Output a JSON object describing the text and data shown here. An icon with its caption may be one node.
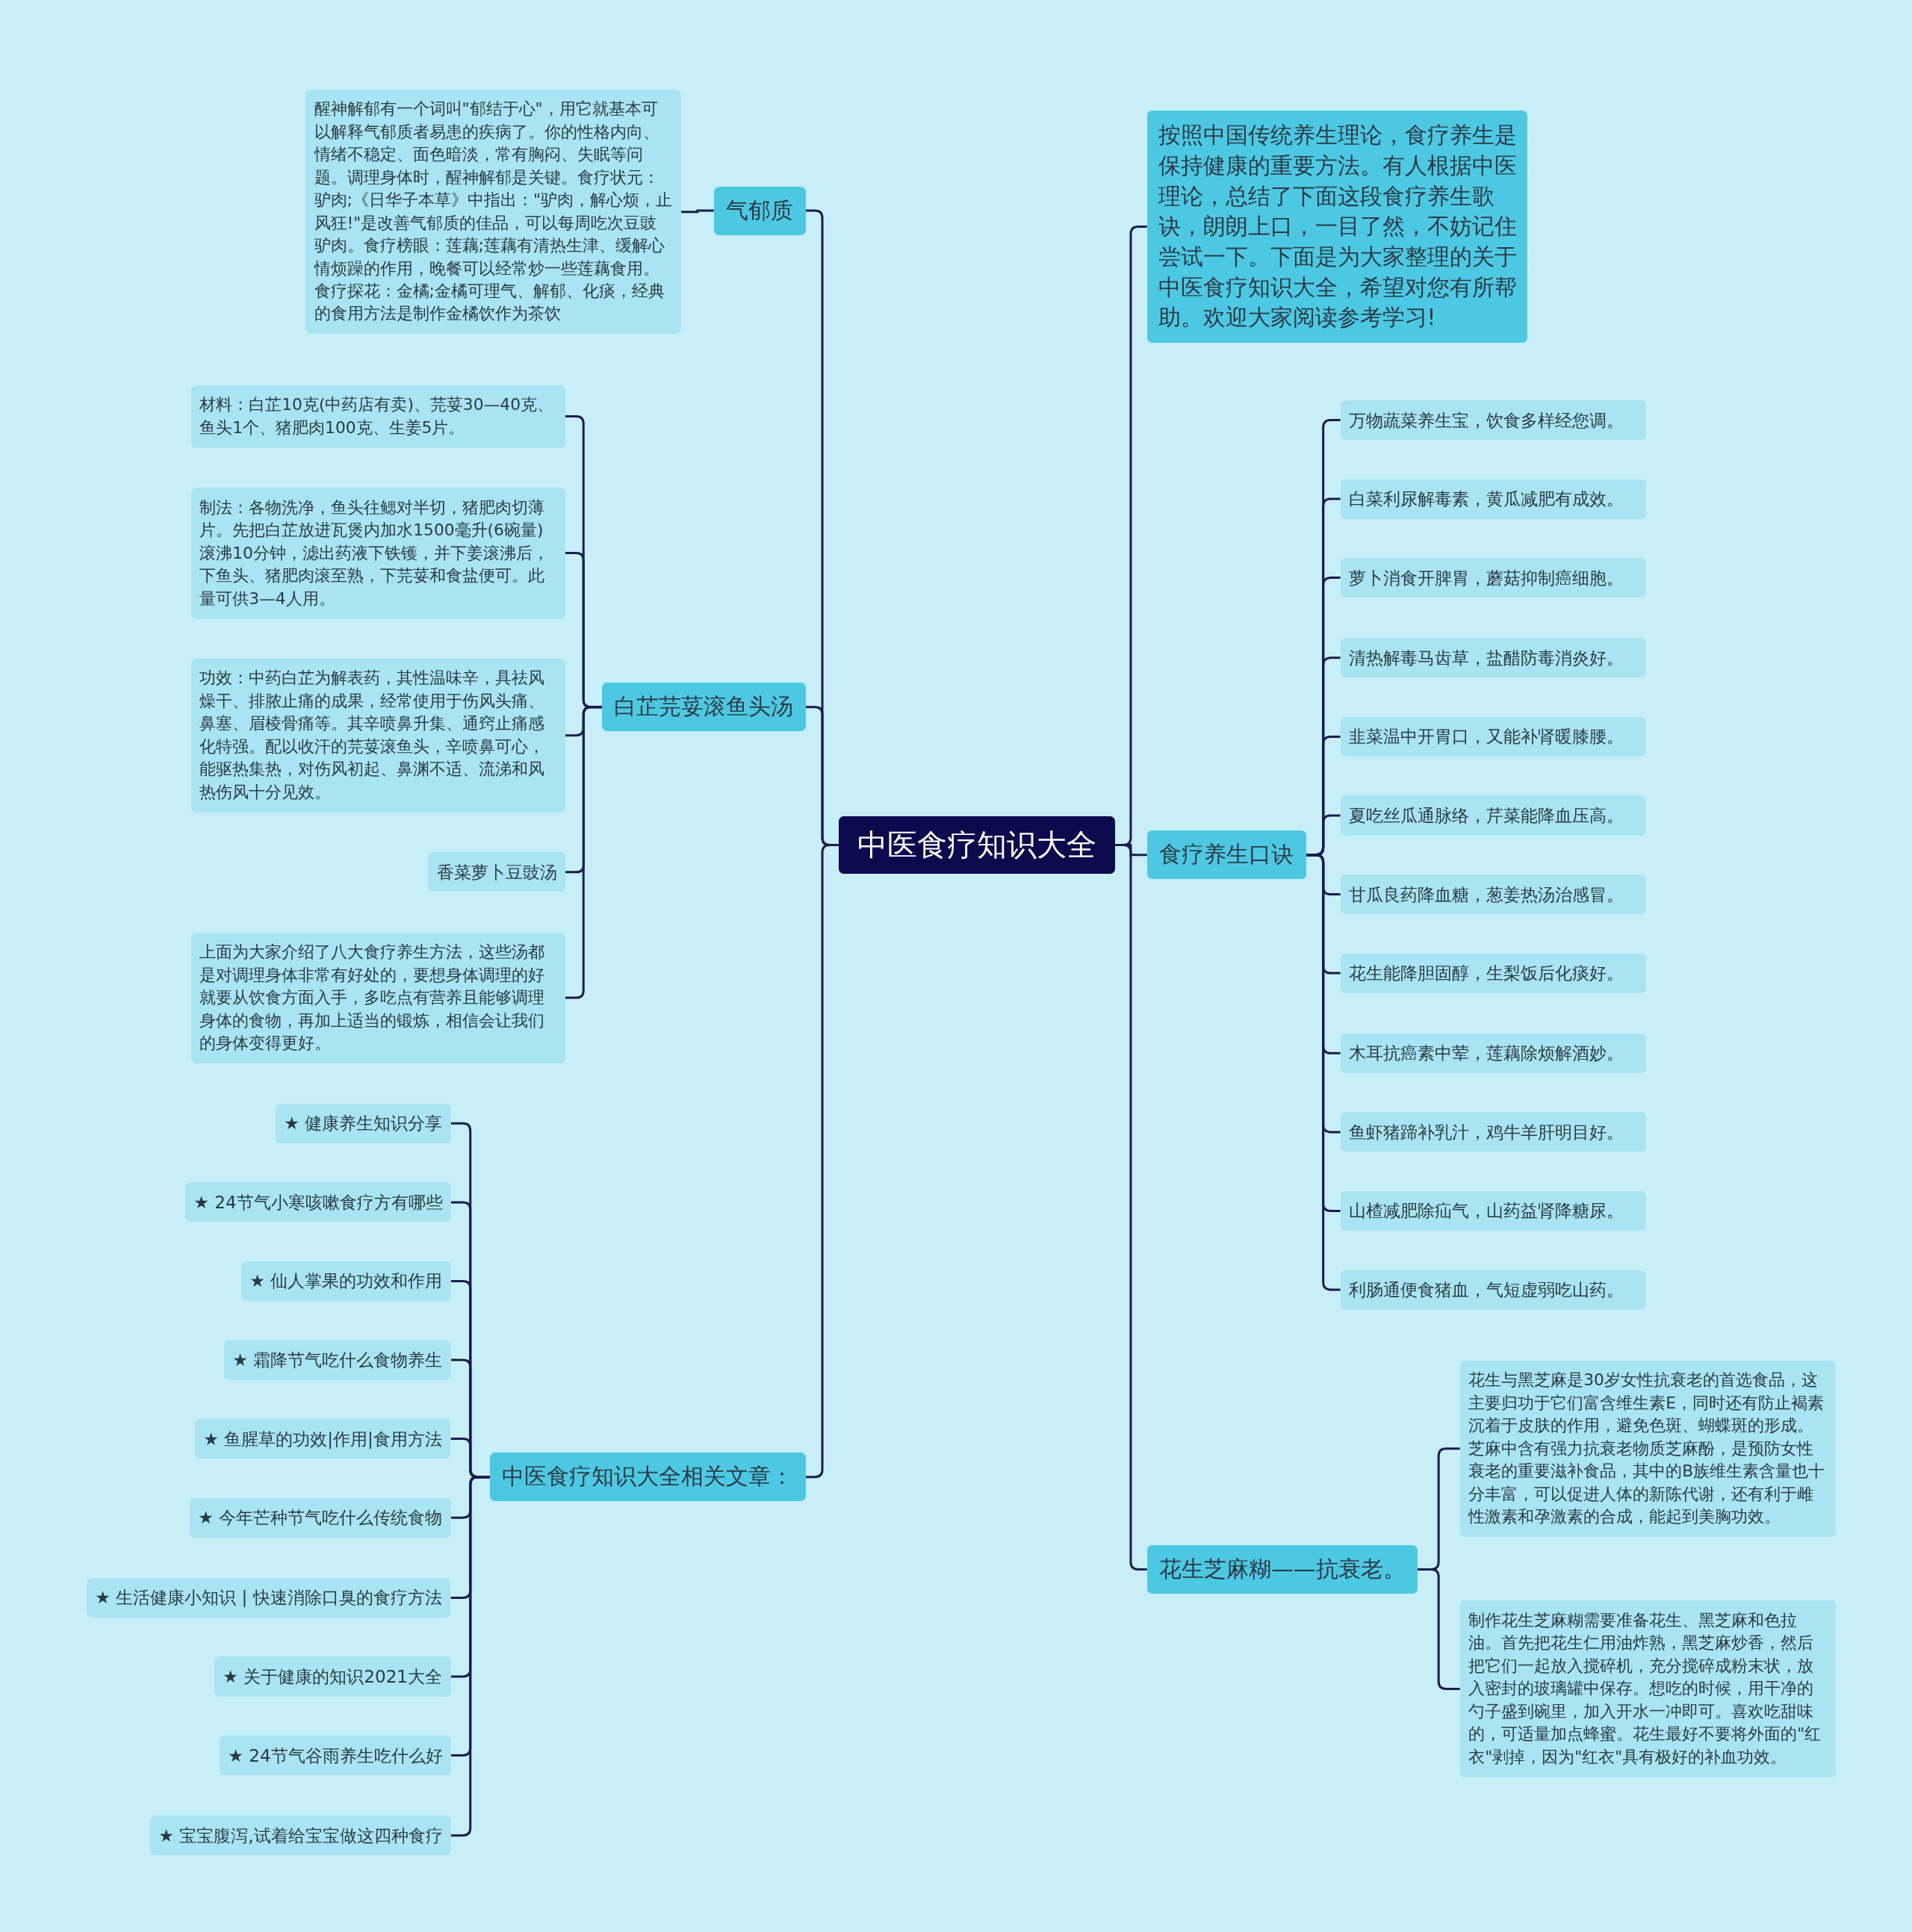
{
  "diagram": {
    "nodes": [
      {
        "text": [
          "中医食疗知识大全"
        ]
      },
      {
        "text": [
          "气郁质"
        ]
      },
      {
        "text": [
          "醒神解郁有一个词叫\"郁结于心\"，用它就基本可以解释气郁质者易患的疾病了。你的性格内向、情绪不稳定、面色暗淡，常有胸闷、失眠等问题。调理身体时，醒神解郁是关键。食疗状元：驴肉;《日华子本草》中指出：\"驴肉，解心烦，止风狂!\"是改善气郁质的佳品，可以每周吃次豆豉驴肉。食疗榜眼：莲藕;莲藕有清热生津、缓解心情烦躁的作用，晚餐可以经常炒一些莲藕食用。食疗探花：金橘;金橘可理气、解郁、化痰，经典的食用方法是制作金橘饮作为茶饮"
        ]
      },
      {
        "text": [
          "白芷芫荽滚鱼头汤"
        ]
      },
      {
        "text": [
          "材料：白芷10克(中药店有卖)、芫荽30—40克、鱼头1个、猪肥肉100克、生姜5片。"
        ]
      },
      {
        "text": [
          "制法：各物洗净，鱼头往鳃对半切，猪肥肉切薄片。先把白芷放进瓦煲内加水1500毫升(6碗量)滚沸10分钟，滤出药液下铁镬，并下姜滚沸后，下鱼头、猪肥肉滚至熟，下芫荽和食盐便可。此量可供3—4人用。"
        ]
      },
      {
        "text": [
          "功效：中药白芷为解表药，其性温味辛，具祛风燥干、排脓止痛的成果，经常使用于伤风头痛、鼻塞、眉棱骨痛等。其辛喷鼻升集、通窍止痛感化特强。配以收汗的芫荽滚鱼头，辛喷鼻可心，能驱热集热，对伤风初起、鼻渊不适、流涕和风热伤风十分见效。"
        ]
      },
      {
        "text": [
          "香菜萝卜豆豉汤"
        ]
      },
      {
        "text": [
          "上面为大家介绍了八大食疗养生方法，这些汤都是对调理身体非常有好处的，要想身体调理的好就要从饮食方面入手，多吃点有营养且能够调理身体的食物，再加上适当的锻炼，相信会让我们的身体变得更好。"
        ]
      },
      {
        "text": [
          "中医食疗知识大全相关文章："
        ]
      },
      {
        "text": [
          "★ 健康养生知识分享"
        ]
      },
      {
        "text": [
          "★ 24节气小寒咳嗽食疗方有哪些"
        ]
      },
      {
        "text": [
          "★ 仙人掌果的功效和作用"
        ]
      },
      {
        "text": [
          "★ 霜降节气吃什么食物养生"
        ]
      },
      {
        "text": [
          "★ 鱼腥草的功效|作用|食用方法"
        ]
      },
      {
        "text": [
          "★ 今年芒种节气吃什么传统食物"
        ]
      },
      {
        "text": [
          "★ 生活健康小知识 | 快速消除口臭的食疗方法"
        ]
      },
      {
        "text": [
          "★ 关于健康的知识2021大全"
        ]
      },
      {
        "text": [
          "★ 24节气谷雨养生吃什么好"
        ]
      },
      {
        "text": [
          "★ 宝宝腹泻,试着给宝宝做这四种食疗"
        ]
      },
      {
        "text": [
          "按照中国传统养生理论，食疗养生是保持健康的重要方法。有人根据中医理论，总结了下面这段食疗养生歌诀，朗朗上口，一目了然，不妨记住尝试一下。下面是为大家整理的关于中医食疗知识大全，希望对您有所帮助。欢迎大家阅读参考学习!"
        ]
      },
      {
        "text": [
          "食疗养生口诀"
        ]
      },
      {
        "text": [
          "万物蔬菜养生宝，饮食多样经您调。"
        ]
      },
      {
        "text": [
          "白菜利尿解毒素，黄瓜减肥有成效。"
        ]
      },
      {
        "text": [
          "萝卜消食开脾胃，蘑菇抑制癌细胞。"
        ]
      },
      {
        "text": [
          "清热解毒马齿草，盐醋防毒消炎好。"
        ]
      },
      {
        "text": [
          "韭菜温中开胃口，又能补肾暖膝腰。"
        ]
      },
      {
        "text": [
          "夏吃丝瓜通脉络，芹菜能降血压高。"
        ]
      },
      {
        "text": [
          "甘瓜良药降血糖，葱姜热汤治感冒。"
        ]
      },
      {
        "text": [
          "花生能降胆固醇，生梨饭后化痰好。"
        ]
      },
      {
        "text": [
          "木耳抗癌素中荤，莲藕除烦解酒妙。"
        ]
      },
      {
        "text": [
          "鱼虾猪蹄补乳汁，鸡牛羊肝明目好。"
        ]
      },
      {
        "text": [
          "山楂减肥除疝气，山药益肾降糖尿。"
        ]
      },
      {
        "text": [
          "利肠通便食猪血，气短虚弱吃山药。"
        ]
      },
      {
        "text": [
          "花生芝麻糊——抗衰老。"
        ]
      },
      {
        "text": [
          "花生与黑芝麻是30岁女性抗衰老的首选食品，这主要归功于它们富含维生素E，同时还有防止褐素沉着于皮肤的作用，避免色斑、蝴蝶斑的形成。芝麻中含有强力抗衰老物质芝麻酚，是预防女性衰老的重要滋补食品，其中的B族维生素含量也十分丰富，可以促进人体的新陈代谢，还有利于雌性激素和孕激素的合成，能起到美胸功效。"
        ]
      },
      {
        "text": [
          "制作花生芝麻糊需要准备花生、黑芝麻和色拉油。首先把花生仁用油炸熟，黑芝麻炒香，然后把它们一起放入搅碎机，充分搅碎成粉末状，放入密封的玻璃罐中保存。想吃的时候，用干净的勺子盛到碗里，加入开水一冲即可。喜欢吃甜味的，可适量加点蜂蜜。花生最好不要将外面的\"红衣\"剥掉，因为\"红衣\"具有极好的补血功效。"
        ]
      }
    ],
    "edges": [
      {
        "from": 0,
        "to": 1,
        "arrow": "none"
      },
      {
        "from": 1,
        "to": 2,
        "arrow": "none"
      },
      {
        "from": 0,
        "to": 3,
        "arrow": "none"
      },
      {
        "from": 3,
        "to": 4,
        "arrow": "none"
      },
      {
        "from": 3,
        "to": 5,
        "arrow": "none"
      },
      {
        "from": 3,
        "to": 6,
        "arrow": "none"
      },
      {
        "from": 3,
        "to": 7,
        "arrow": "none"
      },
      {
        "from": 3,
        "to": 8,
        "arrow": "none"
      },
      {
        "from": 0,
        "to": 9,
        "arrow": "none"
      },
      {
        "from": 9,
        "to": 10,
        "arrow": "none"
      },
      {
        "from": 9,
        "to": 11,
        "arrow": "none"
      },
      {
        "from": 9,
        "to": 12,
        "arrow": "none"
      },
      {
        "from": 9,
        "to": 13,
        "arrow": "none"
      },
      {
        "from": 9,
        "to": 14,
        "arrow": "none"
      },
      {
        "from": 9,
        "to": 15,
        "arrow": "none"
      },
      {
        "from": 9,
        "to": 16,
        "arrow": "none"
      },
      {
        "from": 9,
        "to": 17,
        "arrow": "none"
      },
      {
        "from": 9,
        "to": 18,
        "arrow": "none"
      },
      {
        "from": 9,
        "to": 19,
        "arrow": "none"
      },
      {
        "from": 0,
        "to": 20,
        "arrow": "none"
      },
      {
        "from": 0,
        "to": 21,
        "arrow": "none"
      },
      {
        "from": 21,
        "to": 22,
        "arrow": "none"
      },
      {
        "from": 21,
        "to": 23,
        "arrow": "none"
      },
      {
        "from": 21,
        "to": 24,
        "arrow": "none"
      },
      {
        "from": 21,
        "to": 25,
        "arrow": "none"
      },
      {
        "from": 21,
        "to": 26,
        "arrow": "none"
      },
      {
        "from": 21,
        "to": 27,
        "arrow": "none"
      },
      {
        "from": 21,
        "to": 28,
        "arrow": "none"
      },
      {
        "from": 21,
        "to": 29,
        "arrow": "none"
      },
      {
        "from": 21,
        "to": 30,
        "arrow": "none"
      },
      {
        "from": 21,
        "to": 31,
        "arrow": "none"
      },
      {
        "from": 21,
        "to": 32,
        "arrow": "none"
      },
      {
        "from": 21,
        "to": 33,
        "arrow": "none"
      },
      {
        "from": 0,
        "to": 34,
        "arrow": "none"
      },
      {
        "from": 34,
        "to": 35,
        "arrow": "none"
      },
      {
        "from": 34,
        "to": 36,
        "arrow": "none"
      }
    ]
  }
}
